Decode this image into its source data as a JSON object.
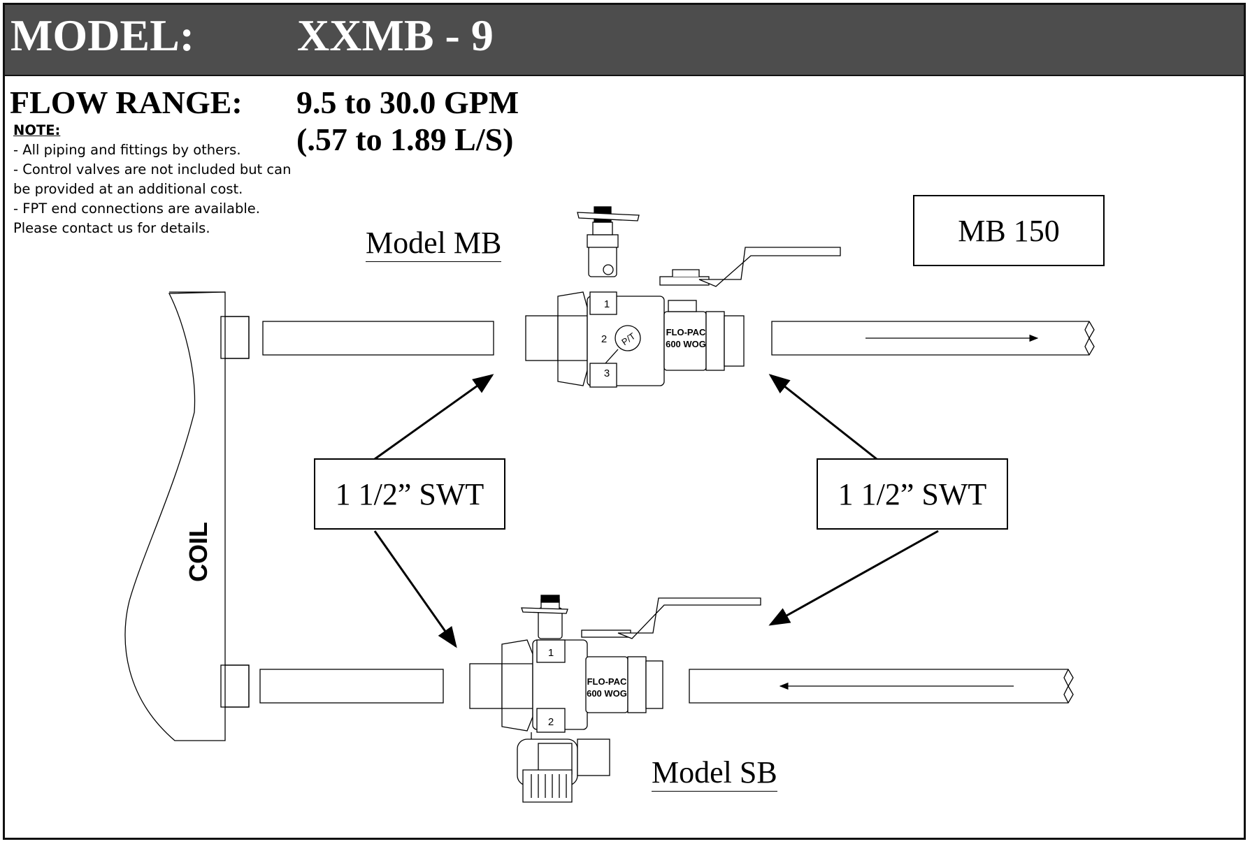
{
  "header": {
    "model_label": "MODEL:",
    "model_value": "XXMB - 9"
  },
  "flow": {
    "label": "FLOW RANGE:",
    "value_gpm": "9.5 to 30.0 GPM",
    "value_ls": "(.57 to 1.89 L/S)"
  },
  "notes": {
    "heading": "NOTE:",
    "lines": [
      "- All piping and fittings by others.",
      "- Control valves are not included but can",
      "be provided at an additional cost.",
      "- FPT end connections are available.",
      "Please contact us for details."
    ]
  },
  "labels": {
    "model_mb": "Model MB",
    "model_sb": "Model SB",
    "mb_box": "MB 150",
    "swt_left": "1 1/2” SWT",
    "swt_right": "1 1/2” SWT",
    "coil": "COIL"
  },
  "valve_markings": {
    "brand": "FLO-PAC",
    "rating": "600 WOG",
    "port_1": "1",
    "port_2": "2",
    "port_3": "3",
    "pt_badge": "P/T"
  },
  "colors": {
    "header_bg": "#4d4d4d",
    "line": "#000000"
  }
}
